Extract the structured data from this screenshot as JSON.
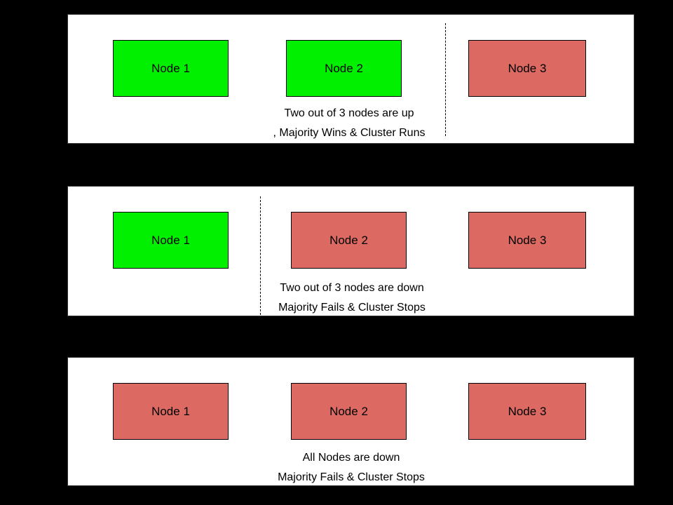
{
  "colors": {
    "node_up": "#00f000",
    "node_down": "#dc6a62",
    "node_border": "#000000",
    "panel_background": "#ffffff",
    "canvas_background": "#000000"
  },
  "panels": [
    {
      "nodes": [
        {
          "label": "Node 1",
          "status": "up"
        },
        {
          "label": "Node 2",
          "status": "up"
        },
        {
          "label": "Node 3",
          "status": "down"
        }
      ],
      "divider": "between-node-2-and-node-3",
      "caption_line1": "Two out of 3 nodes are up",
      "caption_line2": ", Majority Wins & Cluster Runs"
    },
    {
      "nodes": [
        {
          "label": "Node 1",
          "status": "up"
        },
        {
          "label": "Node 2",
          "status": "down"
        },
        {
          "label": "Node 3",
          "status": "down"
        }
      ],
      "divider": "between-node-1-and-node-2",
      "caption_line1": "Two out of 3 nodes are down",
      "caption_line2": "Majority Fails & Cluster Stops"
    },
    {
      "nodes": [
        {
          "label": "Node 1",
          "status": "down"
        },
        {
          "label": "Node 2",
          "status": "down"
        },
        {
          "label": "Node 3",
          "status": "down"
        }
      ],
      "divider": null,
      "caption_line1": "All Nodes are down",
      "caption_line2": "Majority Fails & Cluster Stops"
    }
  ]
}
